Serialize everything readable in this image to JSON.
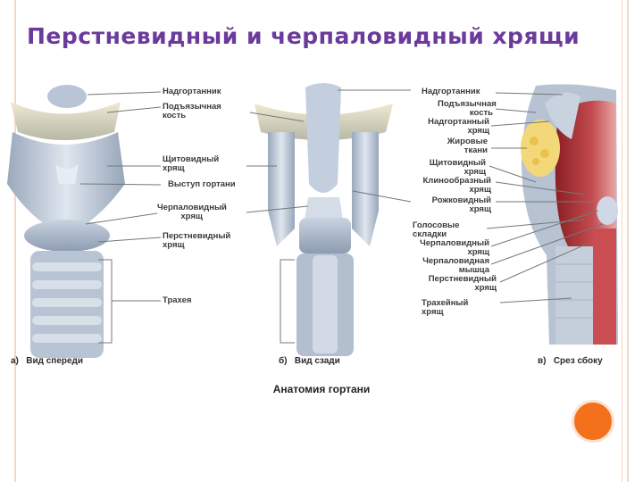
{
  "slide": {
    "title": "Перстневидный и черпаловидный хрящи",
    "accent_color": "#6b3b9c",
    "frame_color": "#f3d7c8",
    "dot_color": "#f4711c"
  },
  "figure": {
    "title": "Анатомия гортани",
    "views": {
      "front": {
        "caption": "а)   Вид спереди",
        "labels": {
          "epiglottis": "Надгортанник",
          "hyoid": "Подъязычная\nкость",
          "thyroid": "Щитовидный\nхрящ",
          "prominence": "Выступ гортани",
          "arytenoid": "Черпаловидный\n          хрящ",
          "cricoid": "Перстневидный\nхрящ",
          "trachea": "Трахея"
        }
      },
      "back": {
        "caption": "б)   Вид сзади"
      },
      "side": {
        "caption": "в)   Срез сбоку",
        "labels": {
          "epiglottis": "Надгортанник",
          "hyoid": "Подъязычная\nкость",
          "hyoepiglottic": "Надгортанный\nхрящ",
          "fat": "Жировые\nткани",
          "thyroid": "Щитовидный\nхрящ",
          "cuneiform": "Клинообразный\nхрящ",
          "corniculate": "Рожковидный\nхрящ",
          "vocal_folds": "Голосовые\nскладки",
          "arytenoid": "Черпаловидный\nхрящ",
          "arytenoid_muscle": "Черпаловидная\nмышца",
          "cricoid": "Перстневидный\nхрящ",
          "tracheal": "Трахейный\nхрящ"
        }
      }
    }
  }
}
